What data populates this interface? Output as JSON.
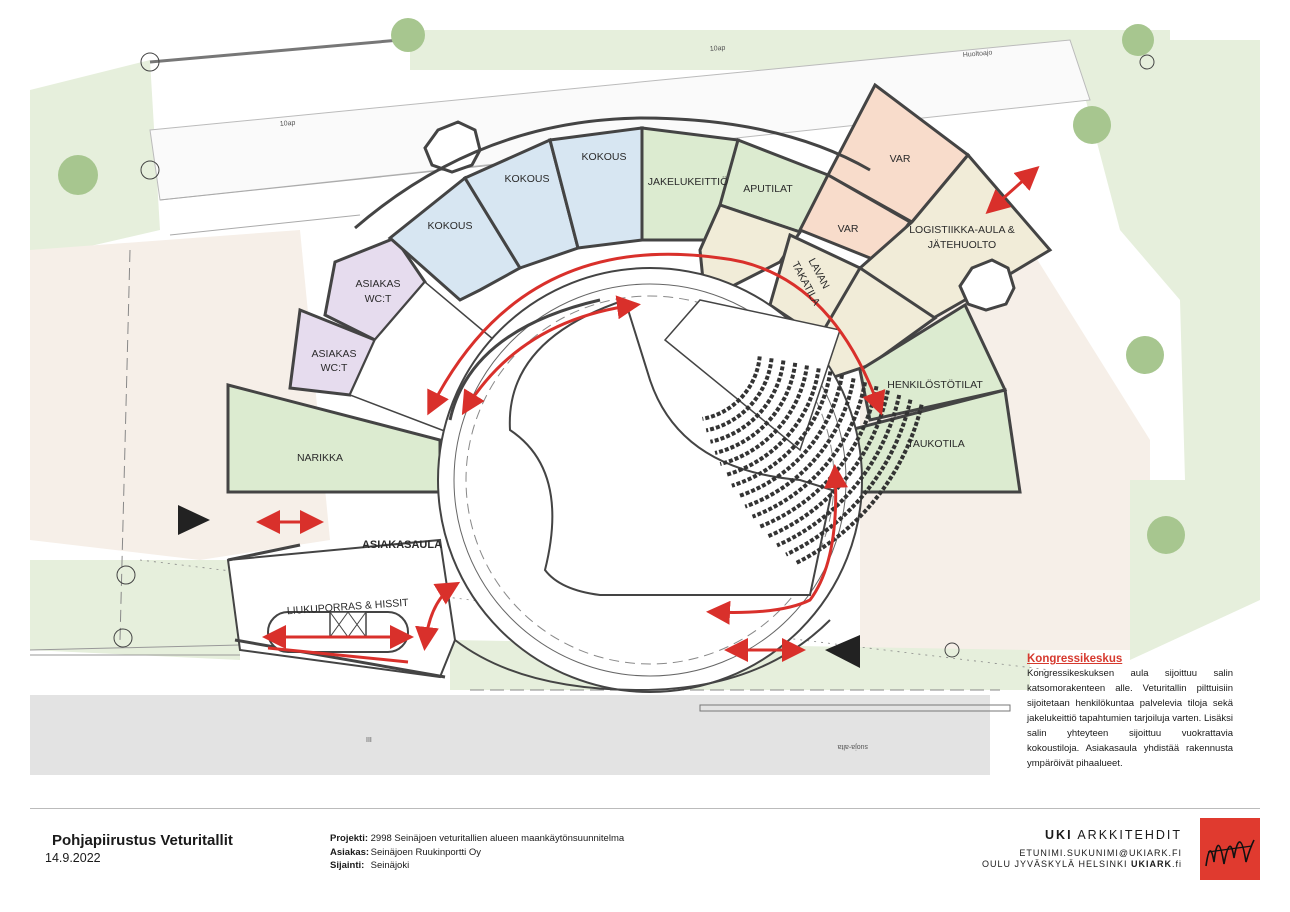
{
  "rooms": {
    "narikka": "NARIKKA",
    "asiakas_wc_1_line1": "ASIAKAS",
    "asiakas_wc_1_line2": "WC:T",
    "asiakas_wc_2_line1": "ASIAKAS",
    "asiakas_wc_2_line2": "WC:T",
    "kokous_1": "KOKOUS",
    "kokous_2": "KOKOUS",
    "kokous_3": "KOKOUS",
    "jakelukeittio": "JAKELUKEITTIÖ",
    "aputilat": "APUTILAT",
    "lavan_takatila_line1": "LAVAN",
    "lavan_takatila_line2": "TAKATILA",
    "var_1": "VAR",
    "var_2": "VAR",
    "logistiikka_line1": "LOGISTIIKKA-AULA &",
    "logistiikka_line2": "JÄTEHUOLTO",
    "henkilostotilat": "HENKILÖSTÖTILAT",
    "taukotila": "TAUKOTILA",
    "asiakasaula": "ASIAKASAULA",
    "liukuporras": "LIUKUPORRAS & HISSIT"
  },
  "site_labels": {
    "road_10ap_top": "10ap",
    "road_10ap_left": "10ap",
    "huoltoajo": "Huoltoajo",
    "road_mark": "III",
    "suoja_alta": "suoja-alta"
  },
  "info": {
    "title": "Kongressikeskus",
    "body": "Kongressikeskuksen aula sijoittuu salin katsomorakenteen alle. Veturitallin pilttuisiin sijoitetaan henkilökuntaa palvelevia tiloja sekä jakelukeittiö tapahtumien tarjoiluja varten. Lisäksi salin yhteyteen sijoittuu vuokrattavia kokoustiloja. Asiakasaula yhdistää rakennusta ympäröivät pihaalueet."
  },
  "footer": {
    "title": "Pohjapiirustus Veturitallit",
    "date": "14.9.2022",
    "projekti_key": "Projekti:",
    "projekti_val": "2998 Seinäjoen veturitallien alueen maankäytönsuunnitelma",
    "asiakas_key": "Asiakas:",
    "asiakas_val": "Seinäjoen Ruukinportti Oy",
    "sijainti_key": "Sijainti:",
    "sijainti_val": "Seinäjoki",
    "office_name_bold": "UKI",
    "office_name_rest": " ARKKITEHDIT",
    "email": "ETUNIMI.SUKUNIMI@UKIARK.FI",
    "cities": "OULU  JYVÄSKYLÄ  HELSINKI ",
    "web_bold": "UKIARK",
    "web_rest": ".fi"
  },
  "colors": {
    "meeting": "#d7e6f2",
    "staff": "#dcebd0",
    "wc": "#e6dcee",
    "var": "#f8dccb",
    "stage_back": "#f1ecd8",
    "arrow": "#d9302b",
    "site_green": "#e6efdc",
    "site_sand": "#f6efe8",
    "road": "#e3e3e3"
  }
}
